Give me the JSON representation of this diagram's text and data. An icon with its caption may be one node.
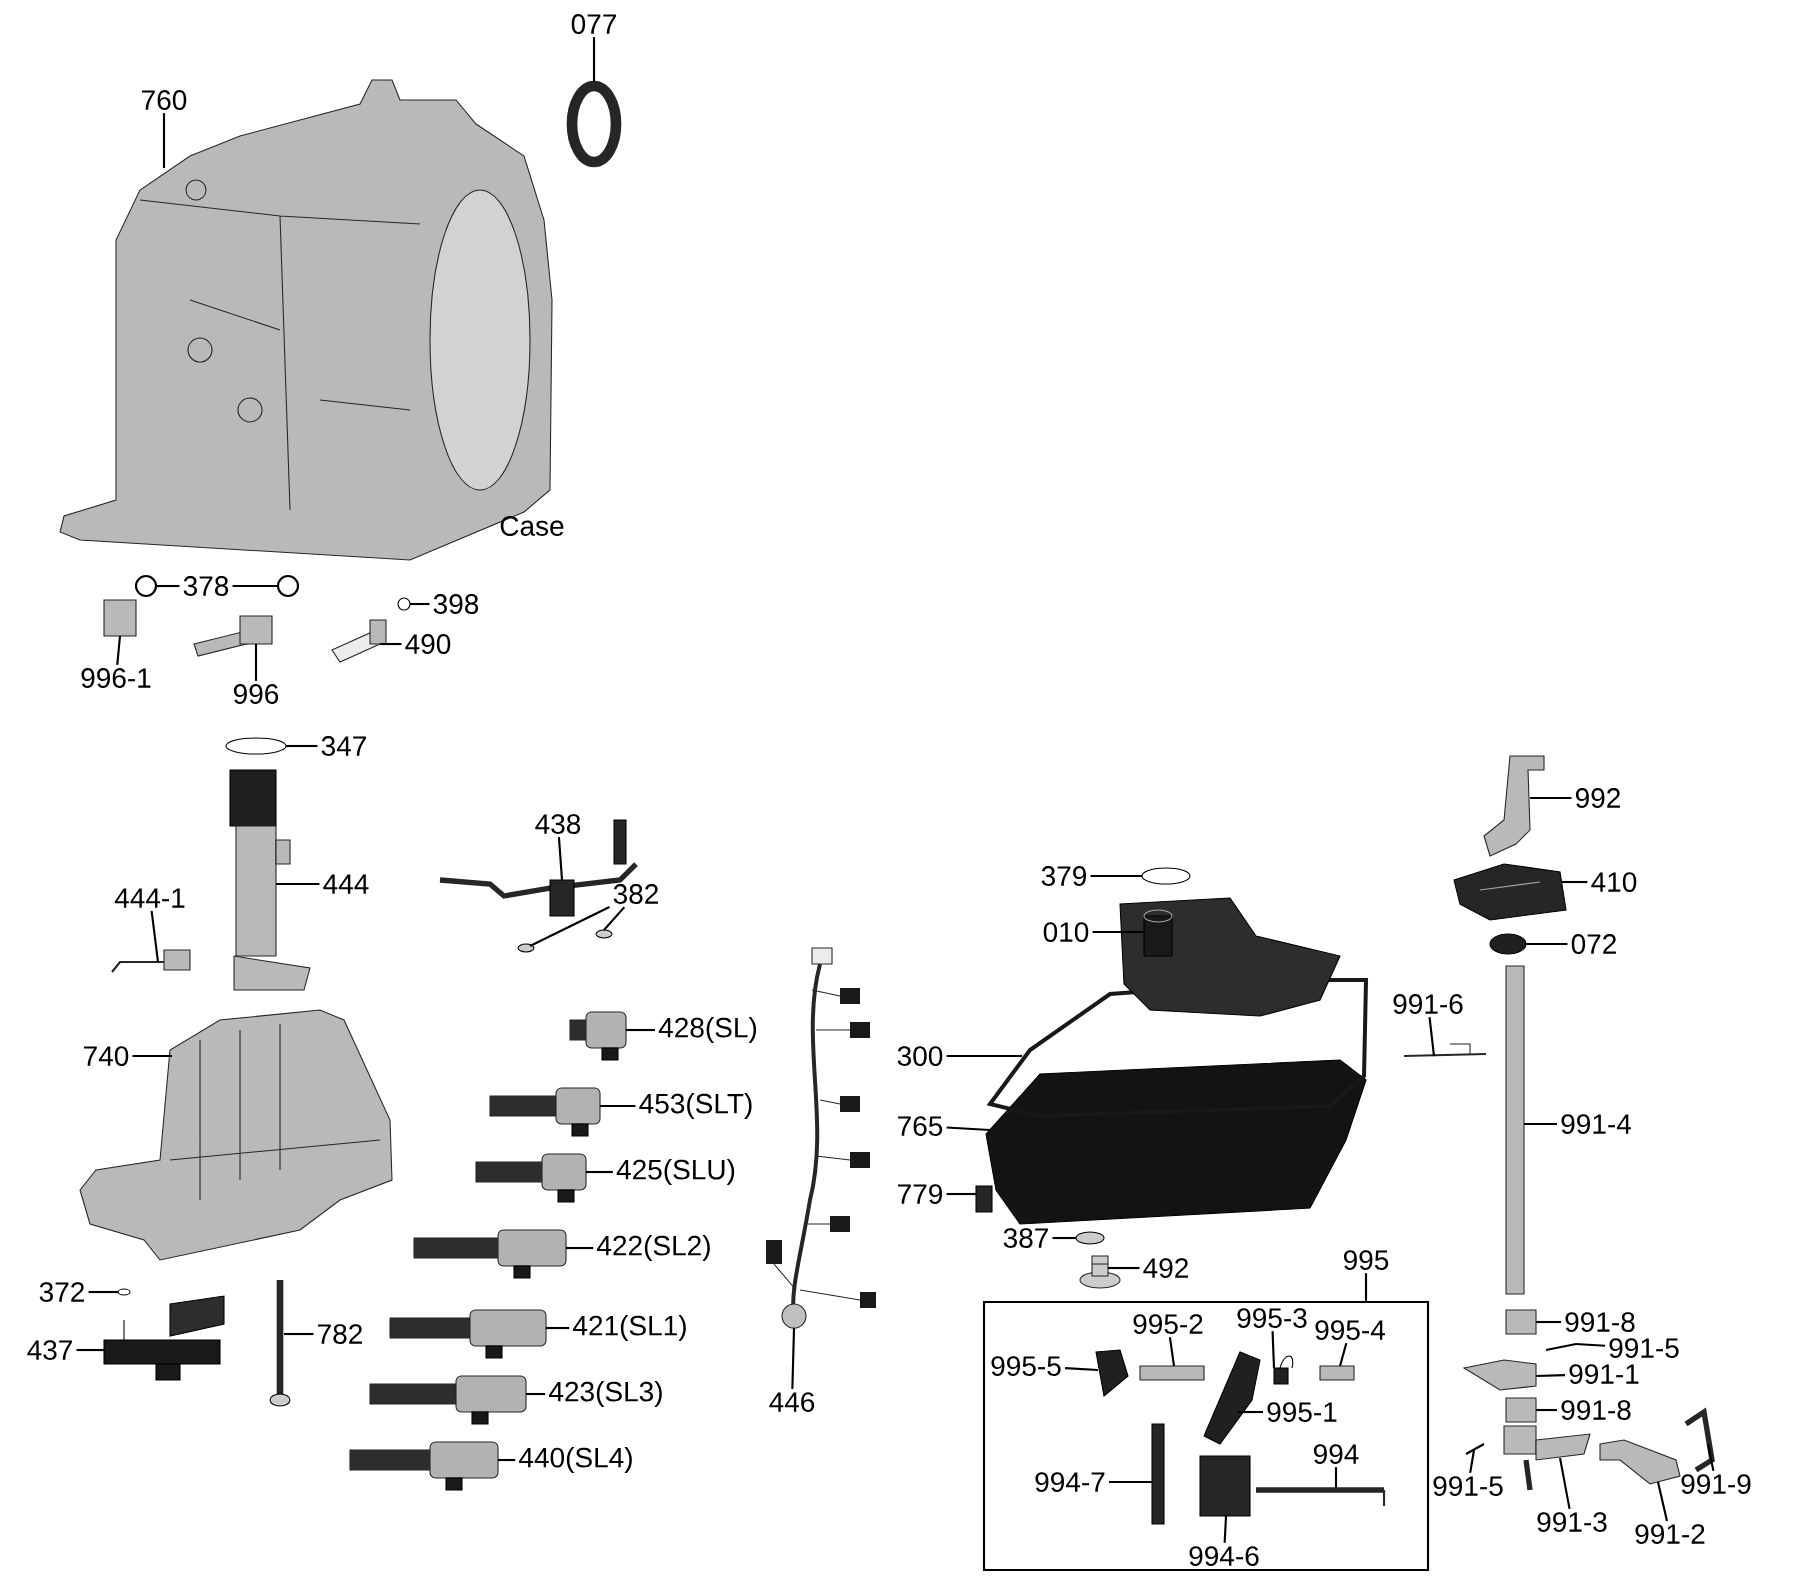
{
  "diagram": {
    "nodes": [
      {
        "text": [
          "760"
        ]
      },
      {
        "text": [
          "077"
        ]
      },
      {
        "text": [
          "378"
        ]
      },
      {
        "text": [
          "398"
        ]
      },
      {
        "text": [
          "996-1"
        ]
      },
      {
        "text": [
          "996"
        ]
      },
      {
        "text": [
          "490"
        ]
      },
      {
        "text": [
          "347"
        ]
      },
      {
        "text": [
          "438"
        ]
      },
      {
        "text": [
          "444"
        ]
      },
      {
        "text": [
          "382"
        ]
      },
      {
        "text": [
          "444-1"
        ]
      },
      {
        "text": [
          "740"
        ]
      },
      {
        "text": [
          "428(SL)"
        ]
      },
      {
        "text": [
          "453(SLT)"
        ]
      },
      {
        "text": [
          "425(SLU)"
        ]
      },
      {
        "text": [
          "422(SL2)"
        ]
      },
      {
        "text": [
          "421(SL1)"
        ]
      },
      {
        "text": [
          "423(SL3)"
        ]
      },
      {
        "text": [
          "440(SL4)"
        ]
      },
      {
        "text": [
          "372"
        ]
      },
      {
        "text": [
          "437"
        ]
      },
      {
        "text": [
          "782"
        ]
      },
      {
        "text": [
          "446"
        ]
      },
      {
        "text": [
          "379"
        ]
      },
      {
        "text": [
          "010"
        ]
      },
      {
        "text": [
          "300"
        ]
      },
      {
        "text": [
          "765"
        ]
      },
      {
        "text": [
          "779"
        ]
      },
      {
        "text": [
          "387"
        ]
      },
      {
        "text": [
          "492"
        ]
      },
      {
        "text": [
          "995"
        ]
      },
      {
        "text": [],
        "shape": "box"
      },
      {
        "text": [
          "995-2"
        ],
        "in": 32
      },
      {
        "text": [
          "995-3"
        ],
        "in": 32
      },
      {
        "text": [
          "995-4"
        ],
        "in": 32
      },
      {
        "text": [
          "995-5"
        ],
        "in": 32
      },
      {
        "text": [
          "995-1"
        ],
        "in": 32
      },
      {
        "text": [
          "994"
        ],
        "in": 32
      },
      {
        "text": [
          "994-7"
        ],
        "in": 32
      },
      {
        "text": [
          "994-6"
        ],
        "in": 32
      },
      {
        "text": [
          "992"
        ]
      },
      {
        "text": [
          "410"
        ]
      },
      {
        "text": [
          "072"
        ]
      },
      {
        "text": [
          "991-6"
        ]
      },
      {
        "text": [
          "991-4"
        ]
      },
      {
        "text": [
          "991-8"
        ]
      },
      {
        "text": [
          "991-5"
        ]
      },
      {
        "text": [
          "991-1"
        ]
      },
      {
        "text": [
          "991-8"
        ]
      },
      {
        "text": [
          "991-5"
        ]
      },
      {
        "text": [
          "991-9"
        ]
      },
      {
        "text": [
          "991-3"
        ]
      },
      {
        "text": [
          "991-2"
        ]
      },
      {
        "text": [],
        "shape": "picture"
      },
      {
        "text": [],
        "shape": "circle"
      },
      {
        "text": [],
        "shape": "circle"
      },
      {
        "text": [],
        "shape": "circle"
      },
      {
        "text": [],
        "shape": "circle"
      },
      {
        "text": [],
        "shape": "box"
      },
      {
        "text": [],
        "shape": "picture"
      },
      {
        "text": [],
        "shape": "picture"
      },
      {
        "text": [],
        "shape": "circle"
      },
      {
        "text": [],
        "shape": "picture"
      },
      {
        "text": [],
        "shape": "picture"
      },
      {
        "text": [],
        "shape": "circle"
      },
      {
        "text": [],
        "shape": "circle"
      },
      {
        "text": [],
        "shape": "picture"
      },
      {
        "text": [],
        "shape": "picture"
      },
      {
        "text": [],
        "shape": "picture"
      },
      {
        "text": [],
        "shape": "picture"
      },
      {
        "text": [],
        "shape": "picture"
      },
      {
        "text": [],
        "shape": "picture"
      },
      {
        "text": [],
        "shape": "picture"
      },
      {
        "text": [],
        "shape": "picture"
      },
      {
        "text": [],
        "shape": "picture"
      },
      {
        "text": [],
        "shape": "circle"
      },
      {
        "text": [],
        "shape": "picture"
      },
      {
        "text": [],
        "shape": "picture"
      },
      {
        "text": [],
        "shape": "picture"
      },
      {
        "text": [],
        "shape": "circle"
      },
      {
        "text": [],
        "shape": "picture"
      },
      {
        "text": [],
        "shape": "picture"
      },
      {
        "text": [],
        "shape": "picture"
      },
      {
        "text": [],
        "shape": "box"
      },
      {
        "text": [],
        "shape": "circle"
      },
      {
        "text": [],
        "shape": "cylinder"
      },
      {
        "text": [],
        "shape": "bar",
        "in": 32
      },
      {
        "text": [],
        "shape": "picture",
        "in": 32
      },
      {
        "text": [],
        "shape": "bar",
        "in": 32
      },
      {
        "text": [],
        "shape": "picture",
        "in": 32
      },
      {
        "text": [],
        "shape": "picture",
        "in": 32
      },
      {
        "text": [],
        "shape": "picture",
        "in": 32
      },
      {
        "text": [],
        "shape": "bar",
        "in": 32
      },
      {
        "text": [],
        "shape": "box",
        "in": 32
      },
      {
        "text": [],
        "shape": "picture"
      },
      {
        "text": [],
        "shape": "picture"
      },
      {
        "text": [],
        "shape": "circle"
      },
      {
        "text": [],
        "shape": "picture"
      },
      {
        "text": [],
        "shape": "bar"
      },
      {
        "text": [],
        "shape": "box"
      },
      {
        "text": [],
        "shape": "picture"
      },
      {
        "text": [],
        "shape": "picture"
      },
      {
        "text": [],
        "shape": "box"
      },
      {
        "text": [],
        "shape": "picture"
      },
      {
        "text": [],
        "shape": "picture"
      },
      {
        "text": [],
        "shape": "picture"
      },
      {
        "text": [],
        "shape": "picture"
      }
    ],
    "edges": [
      {
        "from": 0,
        "to": 54,
        "arrow": "none"
      },
      {
        "from": 1,
        "to": 55,
        "arrow": "none"
      },
      {
        "from": 2,
        "to": 56,
        "arrow": "none"
      },
      {
        "from": 2,
        "to": 57,
        "arrow": "none"
      },
      {
        "from": 3,
        "to": 58,
        "arrow": "none"
      },
      {
        "from": 4,
        "to": 59,
        "arrow": "none"
      },
      {
        "from": 5,
        "to": 60,
        "arrow": "none"
      },
      {
        "from": 6,
        "to": 61,
        "arrow": "none"
      },
      {
        "from": 7,
        "to": 62,
        "arrow": "none"
      },
      {
        "from": 8,
        "to": 63,
        "arrow": "none"
      },
      {
        "from": 9,
        "to": 64,
        "arrow": "none"
      },
      {
        "from": 10,
        "to": 65,
        "arrow": "none"
      },
      {
        "from": 10,
        "to": 66,
        "arrow": "none"
      },
      {
        "from": 11,
        "to": 67,
        "arrow": "none"
      },
      {
        "from": 12,
        "to": 68,
        "arrow": "none"
      },
      {
        "from": 13,
        "to": 69,
        "arrow": "none"
      },
      {
        "from": 14,
        "to": 70,
        "arrow": "none"
      },
      {
        "from": 15,
        "to": 71,
        "arrow": "none"
      },
      {
        "from": 16,
        "to": 72,
        "arrow": "none"
      },
      {
        "from": 17,
        "to": 73,
        "arrow": "none"
      },
      {
        "from": 18,
        "to": 74,
        "arrow": "none"
      },
      {
        "from": 19,
        "to": 75,
        "arrow": "none"
      },
      {
        "from": 20,
        "to": 76,
        "arrow": "none"
      },
      {
        "from": 21,
        "to": 77,
        "arrow": "none"
      },
      {
        "from": 22,
        "to": 78,
        "arrow": "none"
      },
      {
        "from": 23,
        "to": 79,
        "arrow": "none"
      },
      {
        "from": 24,
        "to": 80,
        "arrow": "none"
      },
      {
        "from": 25,
        "to": 81,
        "arrow": "none"
      },
      {
        "from": 26,
        "to": 82,
        "arrow": "none"
      },
      {
        "from": 27,
        "to": 83,
        "arrow": "none"
      },
      {
        "from": 28,
        "to": 84,
        "arrow": "none"
      },
      {
        "from": 29,
        "to": 85,
        "arrow": "none"
      },
      {
        "from": 30,
        "to": 86,
        "arrow": "none"
      },
      {
        "from": 31,
        "to": 32,
        "arrow": "none"
      },
      {
        "from": 33,
        "to": 87,
        "arrow": "none"
      },
      {
        "from": 34,
        "to": 88,
        "arrow": "none"
      },
      {
        "from": 35,
        "to": 89,
        "arrow": "none"
      },
      {
        "from": 36,
        "to": 90,
        "arrow": "none"
      },
      {
        "from": 37,
        "to": 91,
        "arrow": "none"
      },
      {
        "from": 38,
        "to": 92,
        "arrow": "none"
      },
      {
        "from": 39,
        "to": 93,
        "arrow": "none"
      },
      {
        "from": 40,
        "to": 94,
        "arrow": "none"
      },
      {
        "from": 41,
        "to": 95,
        "arrow": "none"
      },
      {
        "from": 42,
        "to": 96,
        "arrow": "none"
      },
      {
        "from": 43,
        "to": 97,
        "arrow": "none"
      },
      {
        "from": 44,
        "to": 98,
        "arrow": "none"
      },
      {
        "from": 45,
        "to": 99,
        "arrow": "none"
      },
      {
        "from": 46,
        "to": 100,
        "arrow": "none"
      },
      {
        "from": 47,
        "to": 101,
        "arrow": "none"
      },
      {
        "from": 48,
        "to": 102,
        "arrow": "none"
      },
      {
        "from": 49,
        "to": 103,
        "arrow": "none"
      },
      {
        "from": 50,
        "to": 104,
        "arrow": "none"
      },
      {
        "from": 51,
        "to": 105,
        "arrow": "none"
      },
      {
        "from": 52,
        "to": 106,
        "arrow": "none"
      },
      {
        "from": 53,
        "to": 107,
        "arrow": "none"
      }
    ],
    "labels": [
      "Case"
    ]
  }
}
